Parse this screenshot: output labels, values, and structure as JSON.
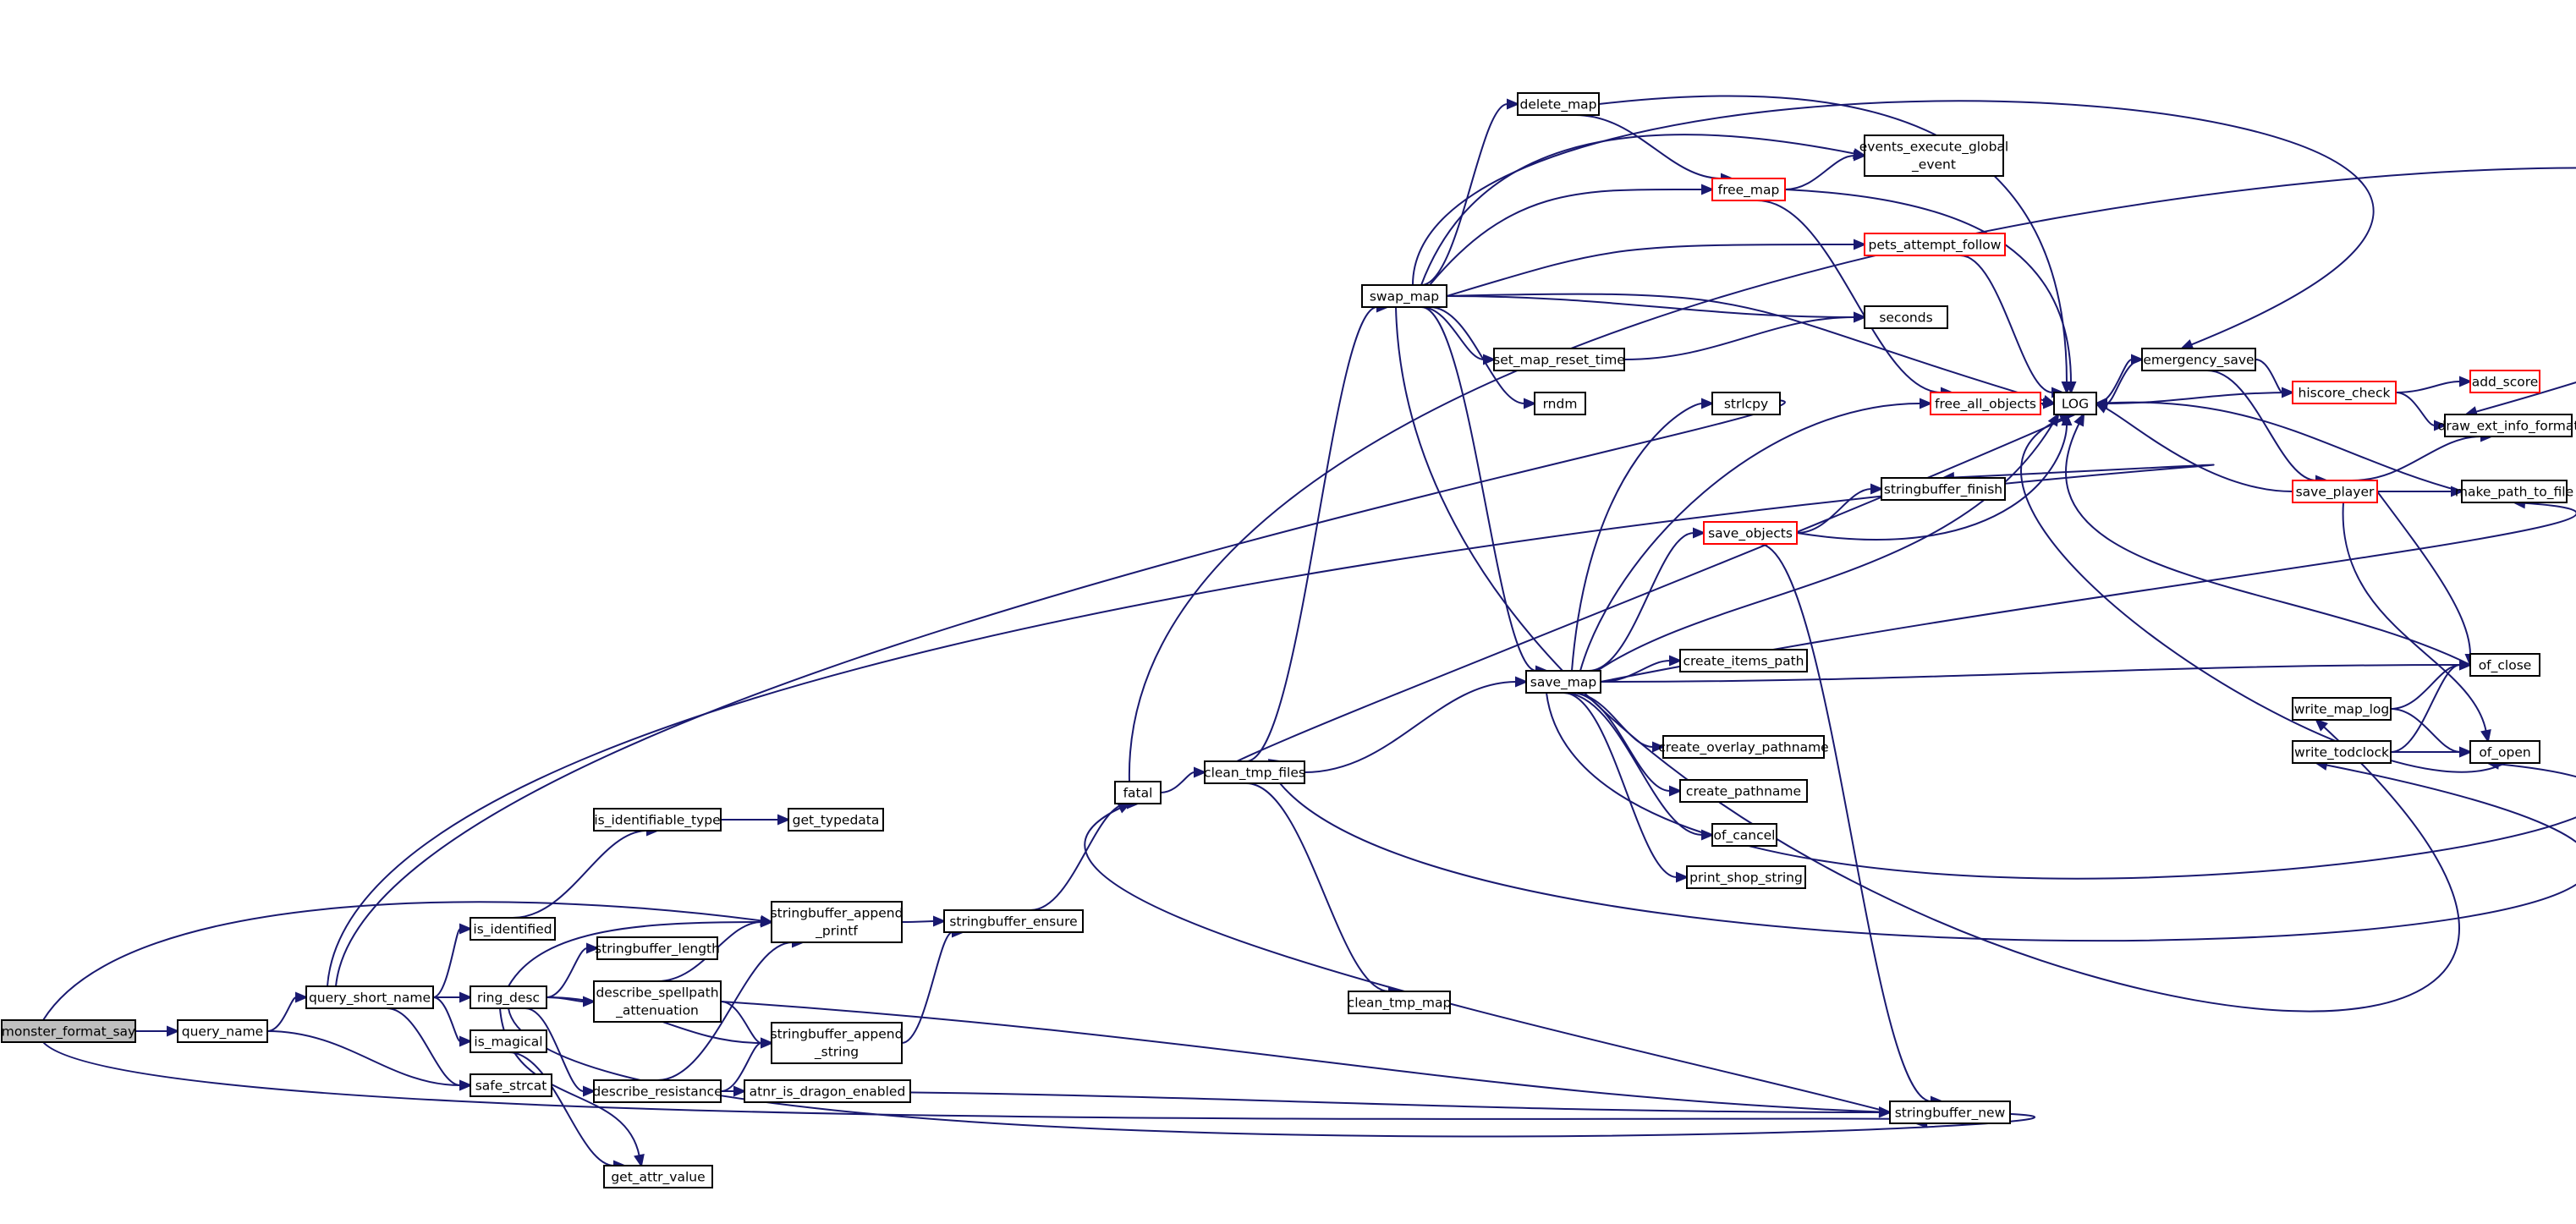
{
  "diagram": {
    "colors": {
      "edge": "#191970",
      "box": "#000000",
      "box_incomplete": "#ff0000",
      "root_fill": "#bfbfbf"
    },
    "nodes": {
      "monster_format_say": {
        "lines": [
          "monster_format_say"
        ]
      },
      "query_name": {
        "lines": [
          "query_name"
        ]
      },
      "query_short_name": {
        "lines": [
          "query_short_name"
        ]
      },
      "is_identified": {
        "lines": [
          "is_identified"
        ]
      },
      "ring_desc": {
        "lines": [
          "ring_desc"
        ]
      },
      "is_magical": {
        "lines": [
          "is_magical"
        ]
      },
      "safe_strcat": {
        "lines": [
          "safe_strcat"
        ]
      },
      "get_attr_value": {
        "lines": [
          "get_attr_value"
        ]
      },
      "is_identifiable_type": {
        "lines": [
          "is_identifiable_type"
        ]
      },
      "get_typedata": {
        "lines": [
          "get_typedata"
        ]
      },
      "stringbuffer_length": {
        "lines": [
          "stringbuffer_length"
        ]
      },
      "describe_spellpath": {
        "lines": [
          "describe_spellpath",
          "_attenuation"
        ]
      },
      "describe_resistance": {
        "lines": [
          "describe_resistance"
        ]
      },
      "sb_append_printf": {
        "lines": [
          "stringbuffer_append",
          "_printf"
        ]
      },
      "sb_append_string": {
        "lines": [
          "stringbuffer_append",
          "_string"
        ]
      },
      "atnr_is_dragon_enabled": {
        "lines": [
          "atnr_is_dragon_enabled"
        ]
      },
      "stringbuffer_ensure": {
        "lines": [
          "stringbuffer_ensure"
        ]
      },
      "fatal": {
        "lines": [
          "fatal"
        ]
      },
      "clean_tmp_files": {
        "lines": [
          "clean_tmp_files"
        ]
      },
      "clean_tmp_map": {
        "lines": [
          "clean_tmp_map"
        ]
      },
      "swap_map": {
        "lines": [
          "swap_map"
        ]
      },
      "delete_map": {
        "lines": [
          "delete_map"
        ]
      },
      "free_map": {
        "lines": [
          "free_map"
        ]
      },
      "events_execute": {
        "lines": [
          "events_execute_global",
          "_event"
        ]
      },
      "pets_attempt_follow": {
        "lines": [
          "pets_attempt_follow"
        ]
      },
      "seconds": {
        "lines": [
          "seconds"
        ]
      },
      "set_map_reset_time": {
        "lines": [
          "set_map_reset_time"
        ]
      },
      "rndm": {
        "lines": [
          "rndm"
        ]
      },
      "strlcpy": {
        "lines": [
          "strlcpy"
        ]
      },
      "free_all_objects": {
        "lines": [
          "free_all_objects"
        ]
      },
      "stringbuffer_finish": {
        "lines": [
          "stringbuffer_finish"
        ]
      },
      "save_objects": {
        "lines": [
          "save_objects"
        ]
      },
      "save_map": {
        "lines": [
          "save_map"
        ]
      },
      "create_items_path": {
        "lines": [
          "create_items_path"
        ]
      },
      "create_overlay_pathname": {
        "lines": [
          "create_overlay_pathname"
        ]
      },
      "create_pathname": {
        "lines": [
          "create_pathname"
        ]
      },
      "of_cancel": {
        "lines": [
          "of_cancel"
        ]
      },
      "print_shop_string": {
        "lines": [
          "print_shop_string"
        ]
      },
      "stringbuffer_new": {
        "lines": [
          "stringbuffer_new"
        ]
      },
      "LOG": {
        "lines": [
          "LOG"
        ]
      },
      "emergency_save": {
        "lines": [
          "emergency_save"
        ]
      },
      "hiscore_check": {
        "lines": [
          "hiscore_check"
        ]
      },
      "add_score": {
        "lines": [
          "add_score"
        ]
      },
      "draw_ext_info_format": {
        "lines": [
          "draw_ext_info_format"
        ]
      },
      "save_player": {
        "lines": [
          "save_player"
        ]
      },
      "make_path_to_file": {
        "lines": [
          "make_path_to_file"
        ]
      },
      "of_close": {
        "lines": [
          "of_close"
        ]
      },
      "of_open": {
        "lines": [
          "of_open"
        ]
      },
      "write_map_log": {
        "lines": [
          "write_map_log"
        ]
      },
      "write_todclock": {
        "lines": [
          "write_todclock"
        ]
      }
    }
  }
}
